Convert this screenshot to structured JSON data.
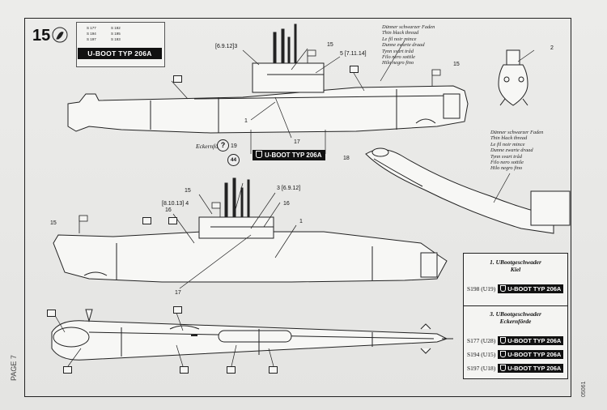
{
  "step": {
    "number": "15"
  },
  "decal_sheet": {
    "banner": "U-BOOT TYP 206A",
    "entries": [
      "S 177",
      "S 192",
      "S 194",
      "S 195",
      "S 197",
      "S 193"
    ]
  },
  "thread_note_top": [
    "Dünner schwarzer Faden",
    "Thin black thread",
    "Le fil noir mince",
    "Dunne zwarte draad",
    "Tynn svart tråd",
    "Filo nero sottile",
    "Hilo negro fino"
  ],
  "thread_note_side": [
    "Dünner schwarzer Faden",
    "Thin black thread",
    "Le fil noir mince",
    "Dunne zwarte draad",
    "Tynn svart tråd",
    "Filo nero sottile",
    "Hilo negro fino"
  ],
  "callouts": {
    "top": {
      "c1": "[6.9.12]3",
      "c2": "15",
      "c3": "5 [7.11.14]",
      "c4": "1",
      "c5": "17",
      "c6": "15",
      "c7": "2"
    },
    "mid": {
      "eckernforde": "Eckernförde",
      "n19": "19",
      "n44": "44",
      "n18": "18",
      "plate": "U-BOOT TYP 206A"
    },
    "lower": {
      "c1": "15",
      "c2": "[8.10.13] 4",
      "c3": "16",
      "c4": "3 [6.9.12]",
      "c5": "16",
      "c6": "1",
      "c7": "15",
      "c8": "17"
    }
  },
  "legend": {
    "group1_title": "1. UBootgeschwader",
    "group1_sub": "Kiel",
    "group1_rows": [
      {
        "id": "S198 (U19)",
        "plate": "U-BOOT TYP 206A"
      }
    ],
    "group3_title": "3. UBootgeschwader",
    "group3_sub": "Eckernförde",
    "group3_rows": [
      {
        "id": "S177 (U28)",
        "plate": "U-BOOT TYP 206A"
      },
      {
        "id": "S194 (U15)",
        "plate": "U-BOOT TYP 206A"
      },
      {
        "id": "S197 (U18)",
        "plate": "U-BOOT TYP 206A"
      }
    ]
  },
  "page_label": "PAGE 7",
  "code_label": "05061"
}
